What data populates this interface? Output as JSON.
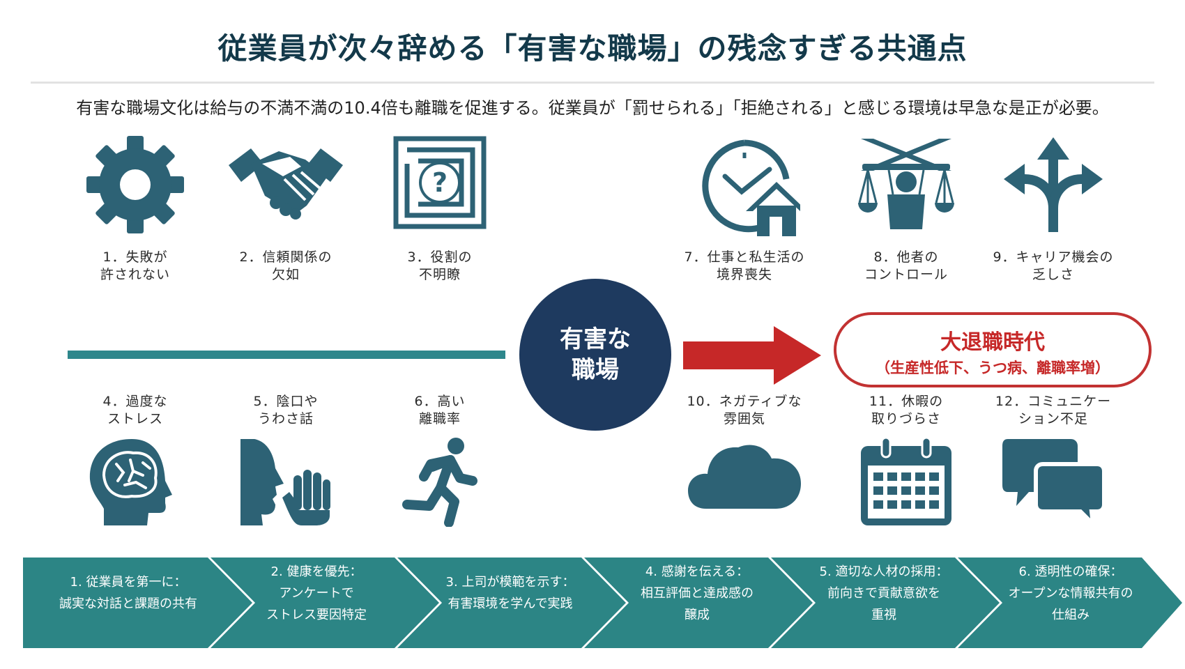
{
  "title": "従業員が次々辞める「有害な職場」の残念すぎる共通点",
  "subtitle": "有害な職場文化は給与の不満不満の10.4倍も離職を促進する。従業員が「罰せられる」「拒絶される」と感じる環境は早急な是正が必要。",
  "colors": {
    "icon": "#2d6275",
    "teal_bar": "#2e878c",
    "circle": "#1e3a5f",
    "red": "#c62828",
    "steps": "#2c8585"
  },
  "center": {
    "line1": "有害な",
    "line2": "職場"
  },
  "result": {
    "title": "大退職時代",
    "subtitle": "（生産性低下、うつ病、離職率増）"
  },
  "factors_top": [
    {
      "icon": "gear-icon",
      "line1": "1．失敗が",
      "line2": "許されない"
    },
    {
      "icon": "handshake-icon",
      "line1": "2．信頼関係の",
      "line2": "欠如"
    },
    {
      "icon": "maze-question-icon",
      "line1": "3．役割の",
      "line2": "不明瞭"
    },
    {
      "icon": "clock-house-icon",
      "line1": "7．仕事と私生活の",
      "line2": "境界喪失"
    },
    {
      "icon": "puppet-icon",
      "line1": "8．他者の",
      "line2": "コントロール"
    },
    {
      "icon": "branching-arrows-icon",
      "line1": "9．キャリア機会の",
      "line2": "乏しさ"
    }
  ],
  "factors_bottom": [
    {
      "icon": "brain-head-icon",
      "line1": "4．過度な",
      "line2": "ストレス"
    },
    {
      "icon": "whisper-hand-icon",
      "line1": "5．陰口や",
      "line2": "うわさ話"
    },
    {
      "icon": "running-person-icon",
      "line1": "6．高い",
      "line2": "離職率"
    },
    {
      "icon": "cloud-icon",
      "line1": "10．ネガティブな",
      "line2": "雰囲気"
    },
    {
      "icon": "calendar-icon",
      "line1": "11．休暇の",
      "line2": "取りづらさ"
    },
    {
      "icon": "chat-bubbles-icon",
      "line1": "12．コミュニケー",
      "line2": "ション不足"
    }
  ],
  "steps": [
    {
      "lines": [
        "1. 従業員を第一に：",
        "誠実な対話と課題の共有"
      ]
    },
    {
      "lines": [
        "2. 健康を優先：",
        "アンケートで",
        "ストレス要因特定"
      ]
    },
    {
      "lines": [
        "3. 上司が模範を示す：",
        "有害環境を学んで実践"
      ]
    },
    {
      "lines": [
        "4. 感謝を伝える：",
        "相互評価と達成感の",
        "醸成"
      ]
    },
    {
      "lines": [
        "5. 適切な人材の採用：",
        "前向きで貢献意欲を",
        "重視"
      ]
    },
    {
      "lines": [
        "6. 透明性の確保：",
        "オープンな情報共有の",
        "仕組み"
      ]
    }
  ]
}
